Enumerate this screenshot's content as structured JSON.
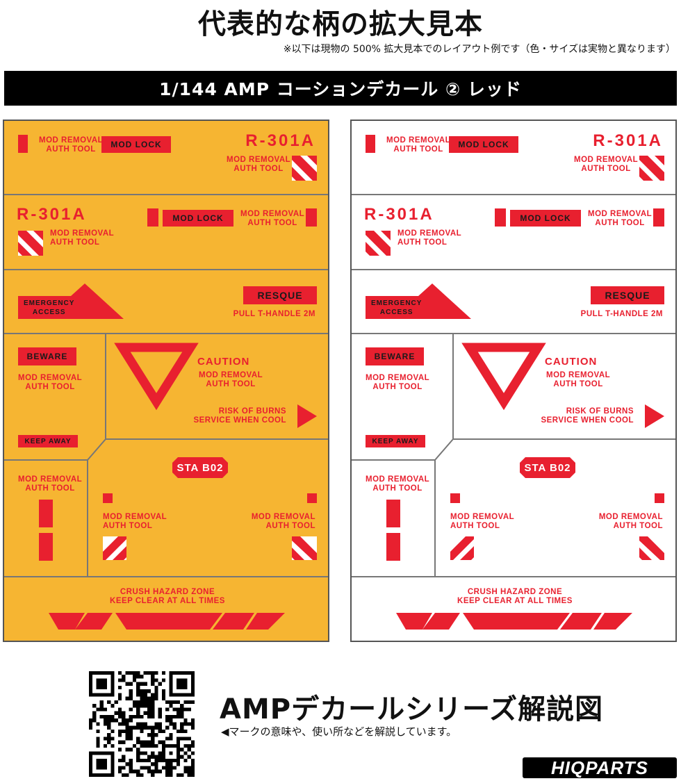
{
  "header": {
    "title": "代表的な柄の拡大見本",
    "subtitle": "※以下は現物の 500% 拡大見本でのレイアウト例です（色・サイズは実物と異なります）",
    "banner": "1/144 AMP コーションデカール ② レッド"
  },
  "colors": {
    "accent_red": "#e8202f",
    "panel_yellow": "#f6b532",
    "panel_white": "#ffffff",
    "banner_black": "#000000"
  },
  "decal_text": {
    "mod_removal": "MOD REMOVAL",
    "auth_tool": "AUTH TOOL",
    "mod_lock": "MOD LOCK",
    "r301a": "R-301A",
    "emergency": "EMERGENCY",
    "access": "ACCESS",
    "resque": "RESQUE",
    "pull_handle": "PULL T-HANDLE 2M",
    "beware": "BEWARE",
    "keep_away": "KEEP AWAY",
    "caution": "CAUTION",
    "risk_burns": "RISK OF BURNS",
    "service_cool": "SERVICE WHEN COOL",
    "sta_b02": "STA B02",
    "crush_hazard": "CRUSH HAZARD ZONE",
    "keep_clear": "KEEP CLEAR AT ALL TIMES"
  },
  "panels": [
    {
      "variant": "yellow"
    },
    {
      "variant": "white"
    }
  ],
  "footer": {
    "qr_icon": "qr-code-icon",
    "series_title": "AMPデカールシリーズ解説図",
    "series_desc": "◀マークの意味や、使い所などを解説しています。",
    "brand": "HIQPARTS"
  }
}
